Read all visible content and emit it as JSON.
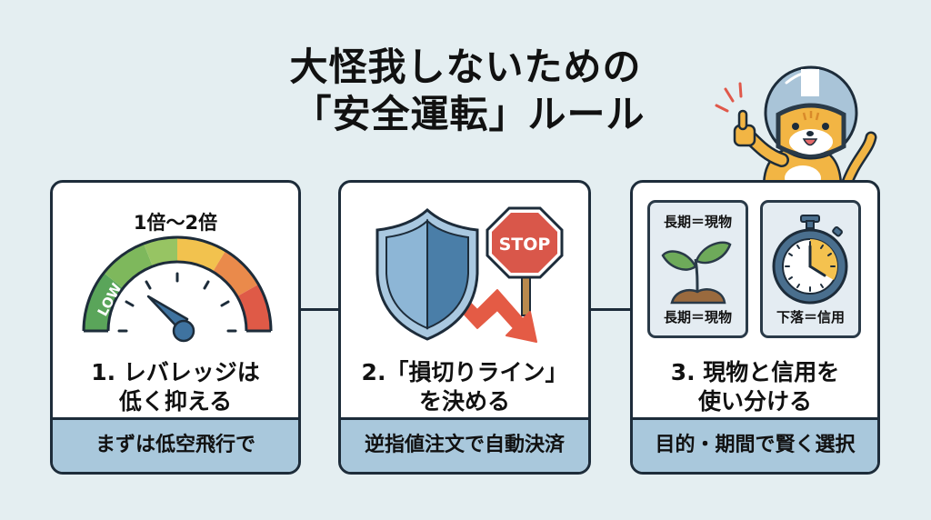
{
  "title": {
    "line1": "大怪我しないための",
    "line2": "「安全運転」ルール"
  },
  "colors": {
    "background": "#e4eef1",
    "border": "#1d2c3a",
    "footer_band": "#a9c8dc",
    "gauge_green_dark": "#5aa55a",
    "gauge_green_light": "#97c463",
    "gauge_yellow": "#f2c24e",
    "gauge_orange": "#ea8a4b",
    "gauge_red": "#df5a47",
    "needle_blue": "#3f73a0",
    "shield_light": "#8db6d6",
    "shield_dark": "#4a7ea8",
    "stop_red": "#d9574a",
    "arrow_red": "#e45b45",
    "leaf_green": "#6eaa5a",
    "soil_brown": "#9a6a3e",
    "clock_yellow": "#f4c24f",
    "cat_orange": "#f2b544"
  },
  "cards": [
    {
      "gauge_label": "1倍〜2倍",
      "gauge_zone_label": "LOW",
      "heading_line1": "1. レバレッジは",
      "heading_line2": "低く抑える",
      "footer": "まずは低空飛行で"
    },
    {
      "sign_text": "STOP",
      "heading_line1": "2.「損切りライン」",
      "heading_line2": "を決める",
      "footer": "逆指値注文で自動決済"
    },
    {
      "subboxes": [
        {
          "top_label": "長期＝現物",
          "bottom_label": "長期＝現物",
          "icon": "sprout-icon"
        },
        {
          "top_label": "",
          "bottom_label": "下落＝信用",
          "icon": "stopwatch-icon"
        }
      ],
      "heading_line1": "3. 現物と信用を",
      "heading_line2": "使い分ける",
      "footer": "目的・期間で賢く選択"
    }
  ],
  "mascot": {
    "icon": "cat-helmet-thumbs-up-icon"
  }
}
